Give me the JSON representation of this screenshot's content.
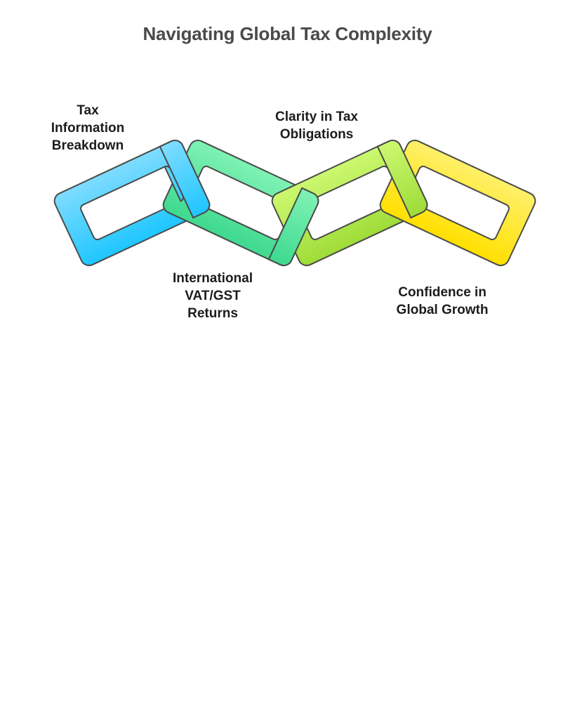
{
  "title": "Navigating Global Tax Complexity",
  "links": [
    {
      "id": "link-1",
      "label_lines": [
        "Tax",
        "Information",
        "Breakdown"
      ],
      "position": "top",
      "color_top": "#7fdcff",
      "color_bottom": "#1ec6ff"
    },
    {
      "id": "link-2",
      "label_lines": [
        "International",
        "VAT/GST",
        "Returns"
      ],
      "position": "bottom",
      "color_top": "#7ff2b4",
      "color_bottom": "#3ed98f"
    },
    {
      "id": "link-3",
      "label_lines": [
        "Clarity in Tax",
        "Obligations"
      ],
      "position": "top",
      "color_top": "#ccf870",
      "color_bottom": "#9fdc38"
    },
    {
      "id": "link-4",
      "label_lines": [
        "Confidence in",
        "Global Growth"
      ],
      "position": "bottom",
      "color_top": "#fff06a",
      "color_bottom": "#ffe000"
    }
  ],
  "stroke_color": "#4a4a4a"
}
